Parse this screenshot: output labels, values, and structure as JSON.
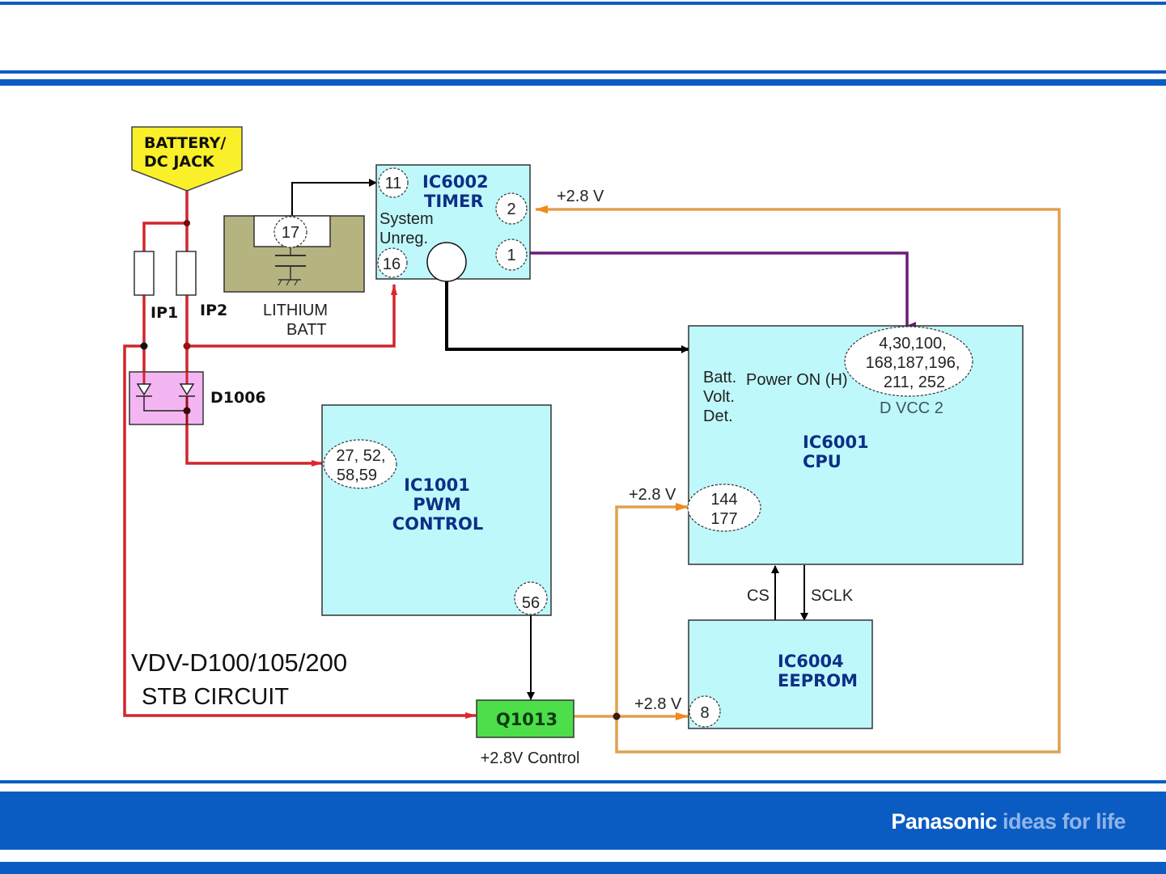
{
  "slide": {
    "footer_brand": "Panasonic",
    "footer_tagline": "ideas for life",
    "colors": {
      "band_blue": "#0a5cc2",
      "chip_fill": "#bff8fb",
      "title_navy": "#0d2f86",
      "battery_fill": "#faf02a",
      "lithium_fill": "#b5b380",
      "diode_fill": "#f3b6f3",
      "transistor_fill": "#4ddf4a",
      "wire_red": "#d0262c",
      "wire_orange": "#e0a050",
      "wire_purple": "#6a1a7a",
      "wire_black": "#000000"
    }
  },
  "diagram": {
    "title_line1": "VDV-D100/105/200",
    "title_line2": "STB CIRCUIT",
    "battery": {
      "line1": "BATTERY/",
      "line2": "DC JACK"
    },
    "fuses": {
      "ip1": "IP1",
      "ip2": "IP2"
    },
    "lithium": {
      "pin": "17",
      "line1": "LITHIUM",
      "line2": "BATT"
    },
    "diode": {
      "label": "D1006"
    },
    "ic6002": {
      "name": "IC6002",
      "function": "TIMER",
      "note_line1": "System",
      "note_line2": "Unreg.",
      "pins": {
        "p11": "11",
        "p16": "16",
        "p2": "2",
        "p1": "1"
      },
      "supply_label": "+2.8 V"
    },
    "ic6001": {
      "name": "IC6001",
      "function": "CPU",
      "batt_line1": "Batt.",
      "batt_line2": "Volt.",
      "batt_line3": "Det.",
      "power_on": "Power ON (H)",
      "dvcc_pins_line1": "4,30,100,",
      "dvcc_pins_line2": "168,187,196,",
      "dvcc_pins_line3": "211, 252",
      "dvcc_label": "D VCC 2",
      "pins_lower_line1": "144",
      "pins_lower_line2": "177",
      "supply_label": "+2.8 V"
    },
    "ic1001": {
      "name": "IC1001",
      "function_line1": "PWM",
      "function_line2": "CONTROL",
      "pins_line1": "27, 52,",
      "pins_line2": "58,59",
      "pin_out": "56"
    },
    "ic6004": {
      "name": "IC6004",
      "function": "EEPROM",
      "pin": "8",
      "supply_label": "+2.8 V",
      "cs_label": "CS",
      "sclk_label": "SCLK"
    },
    "q1013": {
      "name": "Q1013",
      "caption": "+2.8V Control"
    }
  }
}
